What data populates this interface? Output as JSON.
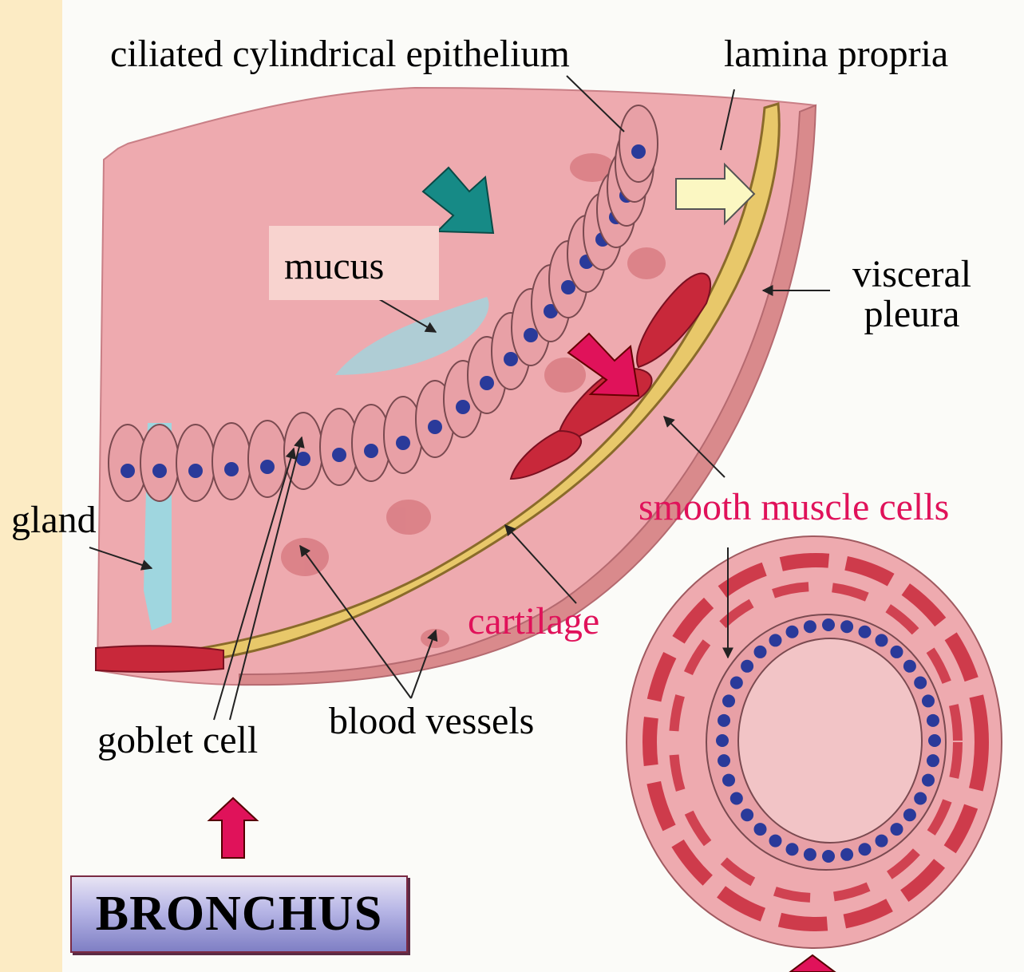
{
  "labels": {
    "ciliated_epithelium": "ciliated cylindrical epithelium",
    "lamina_propria": "lamina propria",
    "mucus": "mucus",
    "visceral": "visceral",
    "pleura": "pleura",
    "gland": "gland",
    "smooth_muscle": "smooth muscle cells",
    "cartilage": "cartilage",
    "goblet_cell": "goblet cell",
    "blood_vessels": "blood vessels"
  },
  "title": "BRONCHUS",
  "colors": {
    "background": "#fcebc4",
    "tissue": "#eeaaaf",
    "epithelium_cell": "#e8a0a6",
    "nucleus": "#2a3a9a",
    "mucus_blue": "#9fd6df",
    "cartilage": "#e8c86a",
    "smooth_muscle": "#c8283a",
    "highlight_pink": "#e0125a",
    "teal_arrow": "#168a86",
    "cream_arrow": "#fbf7c2"
  },
  "icons": [
    "teal-arrow-icon",
    "cream-arrow-icon",
    "pink-arrow-icon",
    "up-arrow-icon"
  ]
}
